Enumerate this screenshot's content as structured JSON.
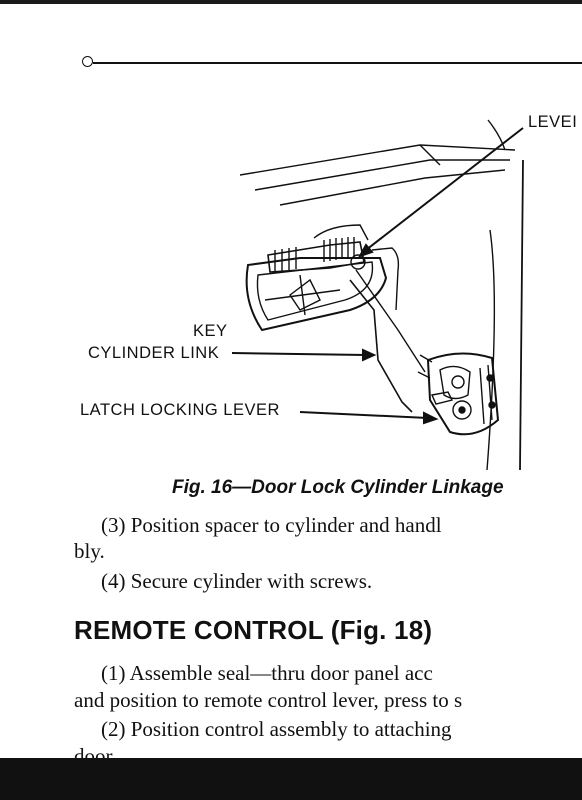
{
  "figure": {
    "labels": {
      "lever": "LEVEI",
      "key_line1": "KEY",
      "key_line2": "CYLINDER LINK",
      "latch": "LATCH LOCKING LEVER"
    },
    "caption": "Fig. 16—Door Lock Cylinder Linkage"
  },
  "body": {
    "step3_line1": "(3) Position spacer to cylinder and handl",
    "step3_line2": "bly.",
    "step4": "(4) Secure cylinder with screws.",
    "heading": "REMOTE CONTROL (Fig. 18)",
    "step1_line1": "(1) Assemble seal—thru door panel acc",
    "step1_line2": "and position to remote control lever, press to s",
    "step2_line1": "(2) Position control assembly to attaching",
    "step2_line2": "door"
  }
}
